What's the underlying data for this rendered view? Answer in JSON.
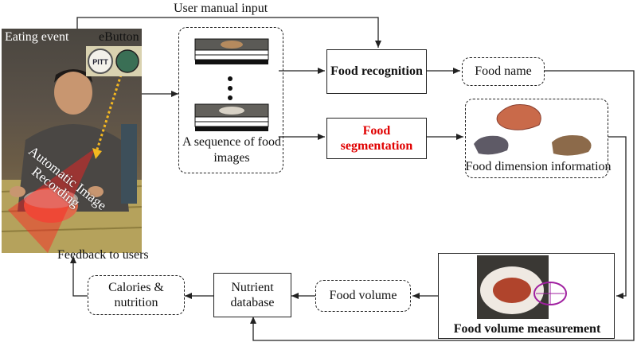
{
  "labels": {
    "user_manual_input": "User manual input",
    "feedback_to_users": "Feedback to users",
    "eating_event": "Eating event",
    "ebutton": "eButton",
    "automatic_image_recording_1": "Automatic Image",
    "automatic_image_recording_2": "Recording",
    "ebutton_badge": "PITT"
  },
  "nodes": {
    "image_sequence": "A sequence of food images",
    "food_recognition": "Food recognition",
    "food_segmentation": "Food segmentation",
    "food_name": "Food name",
    "food_dimension": "Food dimension information",
    "food_volume_measurement": "Food volume measurement",
    "food_volume": "Food volume",
    "nutrient_database": "Nutrient database",
    "calories_nutrition": "Calories & nutrition"
  },
  "colors": {
    "segmentation_text": "#e00000",
    "arrow_dotted": "#f5b820",
    "recording_cone": "#ff2020"
  }
}
